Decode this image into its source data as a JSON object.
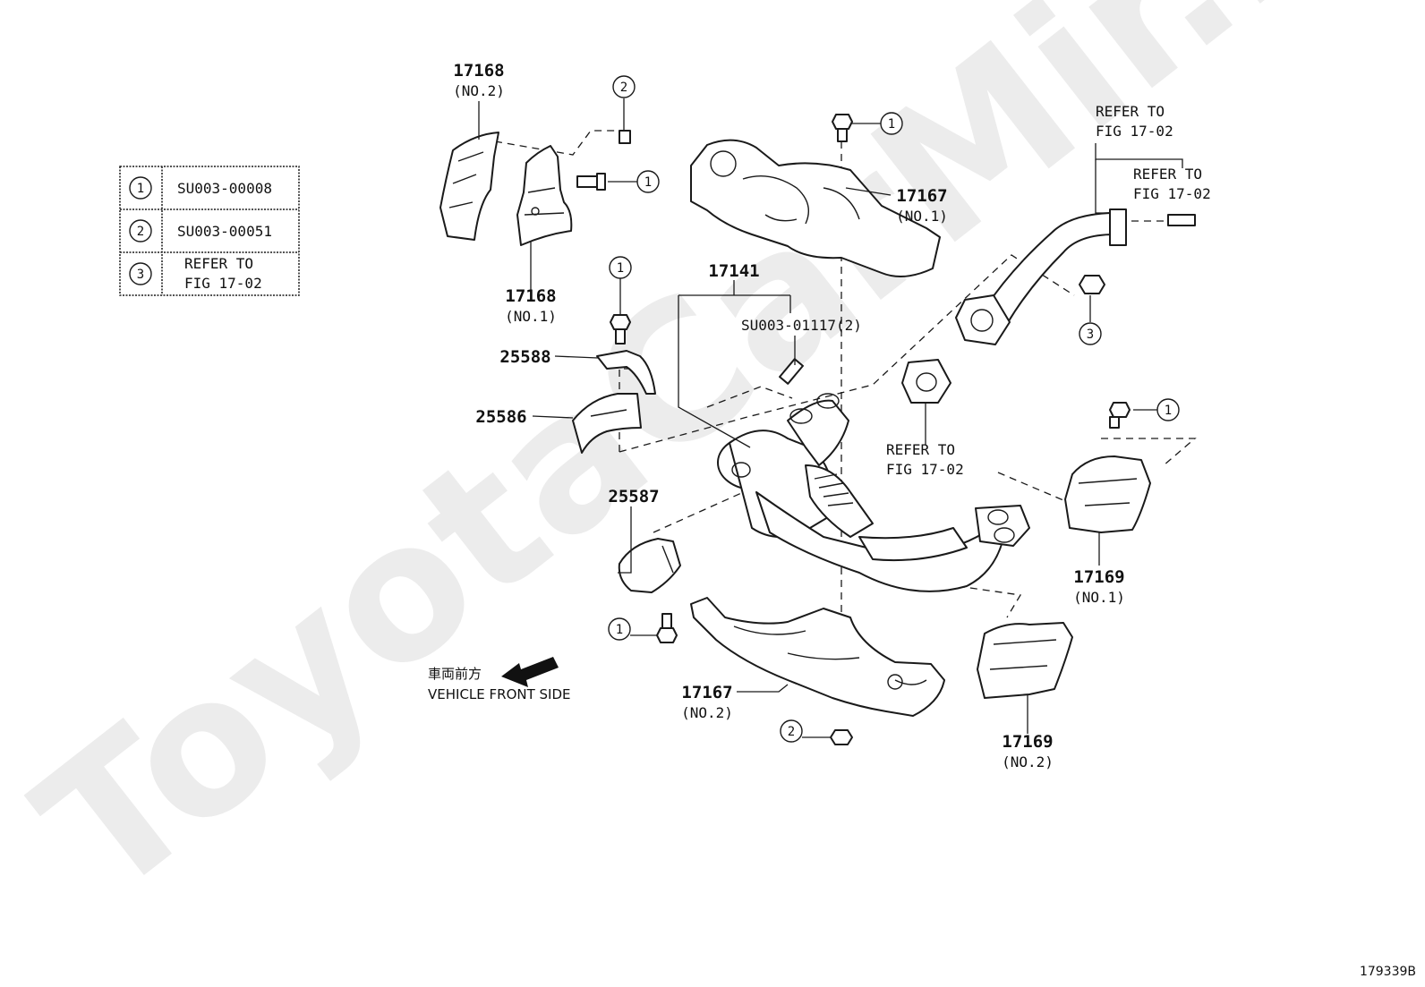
{
  "watermark": "ToyotaCarMir.ru",
  "figure_id": "179339B",
  "legend": {
    "rows": [
      {
        "num": "1",
        "text": "SU003-00008"
      },
      {
        "num": "2",
        "text": "SU003-00051"
      },
      {
        "num": "3",
        "text_line1": "REFER TO",
        "text_line2": "FIG 17-02"
      }
    ]
  },
  "labels": {
    "p17168_no2": {
      "pn": "17168",
      "sub": "(NO.2)"
    },
    "p17168_no1": {
      "pn": "17168",
      "sub": "(NO.1)"
    },
    "p17167_no1": {
      "pn": "17167",
      "sub": "(NO.1)"
    },
    "p17167_no2": {
      "pn": "17167",
      "sub": "(NO.2)"
    },
    "p17141": {
      "pn": "17141"
    },
    "su_stud": {
      "text": "SU003-01117(2)"
    },
    "p25588": {
      "pn": "25588"
    },
    "p25586": {
      "pn": "25586"
    },
    "p25587": {
      "pn": "25587"
    },
    "p17169_no1": {
      "pn": "17169",
      "sub": "(NO.1)"
    },
    "p17169_no2": {
      "pn": "17169",
      "sub": "(NO.2)"
    },
    "refer_top_a": {
      "line1": "REFER TO",
      "line2": "FIG 17-02"
    },
    "refer_top_b": {
      "line1": "REFER TO",
      "line2": "FIG 17-02"
    },
    "refer_mid": {
      "line1": "REFER TO",
      "line2": "FIG 17-02"
    }
  },
  "callouts": {
    "c1": "1",
    "c2": "2",
    "c3": "3"
  },
  "front_side": {
    "jp": "車両前方",
    "en": "VEHICLE FRONT SIDE"
  }
}
